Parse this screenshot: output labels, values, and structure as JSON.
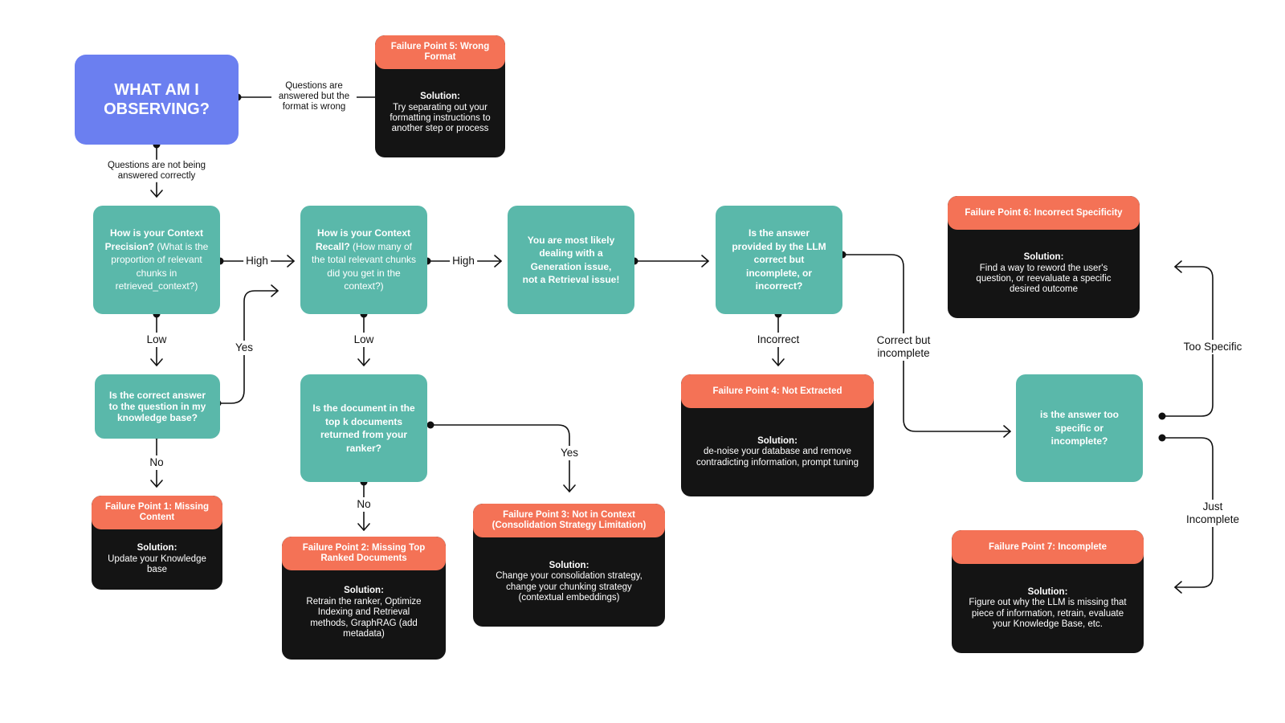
{
  "start": {
    "title": "WHAT AM I OBSERVING?"
  },
  "questions": {
    "precision": {
      "bold": "How is your Context Precision?",
      "normal": " (What is the proportion of relevant chunks in retrieved_context?)"
    },
    "recall": {
      "bold": "How is your Context Recall?",
      "normal": " (How many of the total relevant chunks did you get in the context?)"
    },
    "generation": {
      "bold": "You are most likely dealing with a Generation issue, not a Retrieval issue!"
    },
    "answer_check": {
      "bold": "Is the answer provided by the LLM correct but incomplete, or incorrect?"
    },
    "knowledge_base": {
      "bold": "Is the correct answer to the question in my knowledge base?"
    },
    "top_k": {
      "bold": "Is the document in the top k documents returned from your ranker?"
    },
    "specificity": {
      "bold": "is the answer too specific or incomplete?"
    }
  },
  "failure_points": {
    "fp1": {
      "title": "Failure Point 1: Missing Content",
      "solution_label": "Solution:",
      "solution": "Update your Knowledge base"
    },
    "fp2": {
      "title": "Failure Point 2: Missing Top Ranked Documents",
      "solution_label": "Solution:",
      "solution": "Retrain the ranker, Optimize Indexing and Retrieval methods, GraphRAG (add metadata)"
    },
    "fp3": {
      "title": "Failure Point 3: Not in Context (Consolidation Strategy Limitation)",
      "solution_label": "Solution:",
      "solution": "Change your consolidation strategy, change your chunking strategy (contextual embeddings)"
    },
    "fp4": {
      "title": "Failure Point 4: Not Extracted",
      "solution_label": "Solution:",
      "solution": "de-noise your database and remove contradicting information, prompt tuning"
    },
    "fp5": {
      "title": "Failure Point 5: Wrong Format",
      "solution_label": "Solution:",
      "solution": "Try separating out your formatting instructions to another step or process"
    },
    "fp6": {
      "title": "Failure Point 6: Incorrect Specificity",
      "solution_label": "Solution:",
      "solution": "Find a way to reword the user's question, or reevaluate a specific desired outcome"
    },
    "fp7": {
      "title": "Failure Point 7: Incomplete",
      "solution_label": "Solution:",
      "solution": "Figure out why the LLM is missing that piece of information, retrain, evaluate your Knowledge Base, etc."
    }
  },
  "edge_labels": {
    "format_wrong": "Questions are answered but the format is wrong",
    "not_correct": "Questions are not being answered correctly",
    "precision_high": "High",
    "precision_low": "Low",
    "kb_yes": "Yes",
    "kb_no": "No",
    "recall_high": "High",
    "recall_low": "Low",
    "topk_yes": "Yes",
    "topk_no": "No",
    "incorrect": "Incorrect",
    "correct_incomplete": "Correct but incomplete",
    "too_specific": "Too Specific",
    "just_incomplete": "Just Incomplete"
  },
  "colors": {
    "start": "#6b7ff0",
    "question": "#5ab8aa",
    "failure_header": "#f47256",
    "failure_body": "#141414",
    "line": "#111111"
  }
}
